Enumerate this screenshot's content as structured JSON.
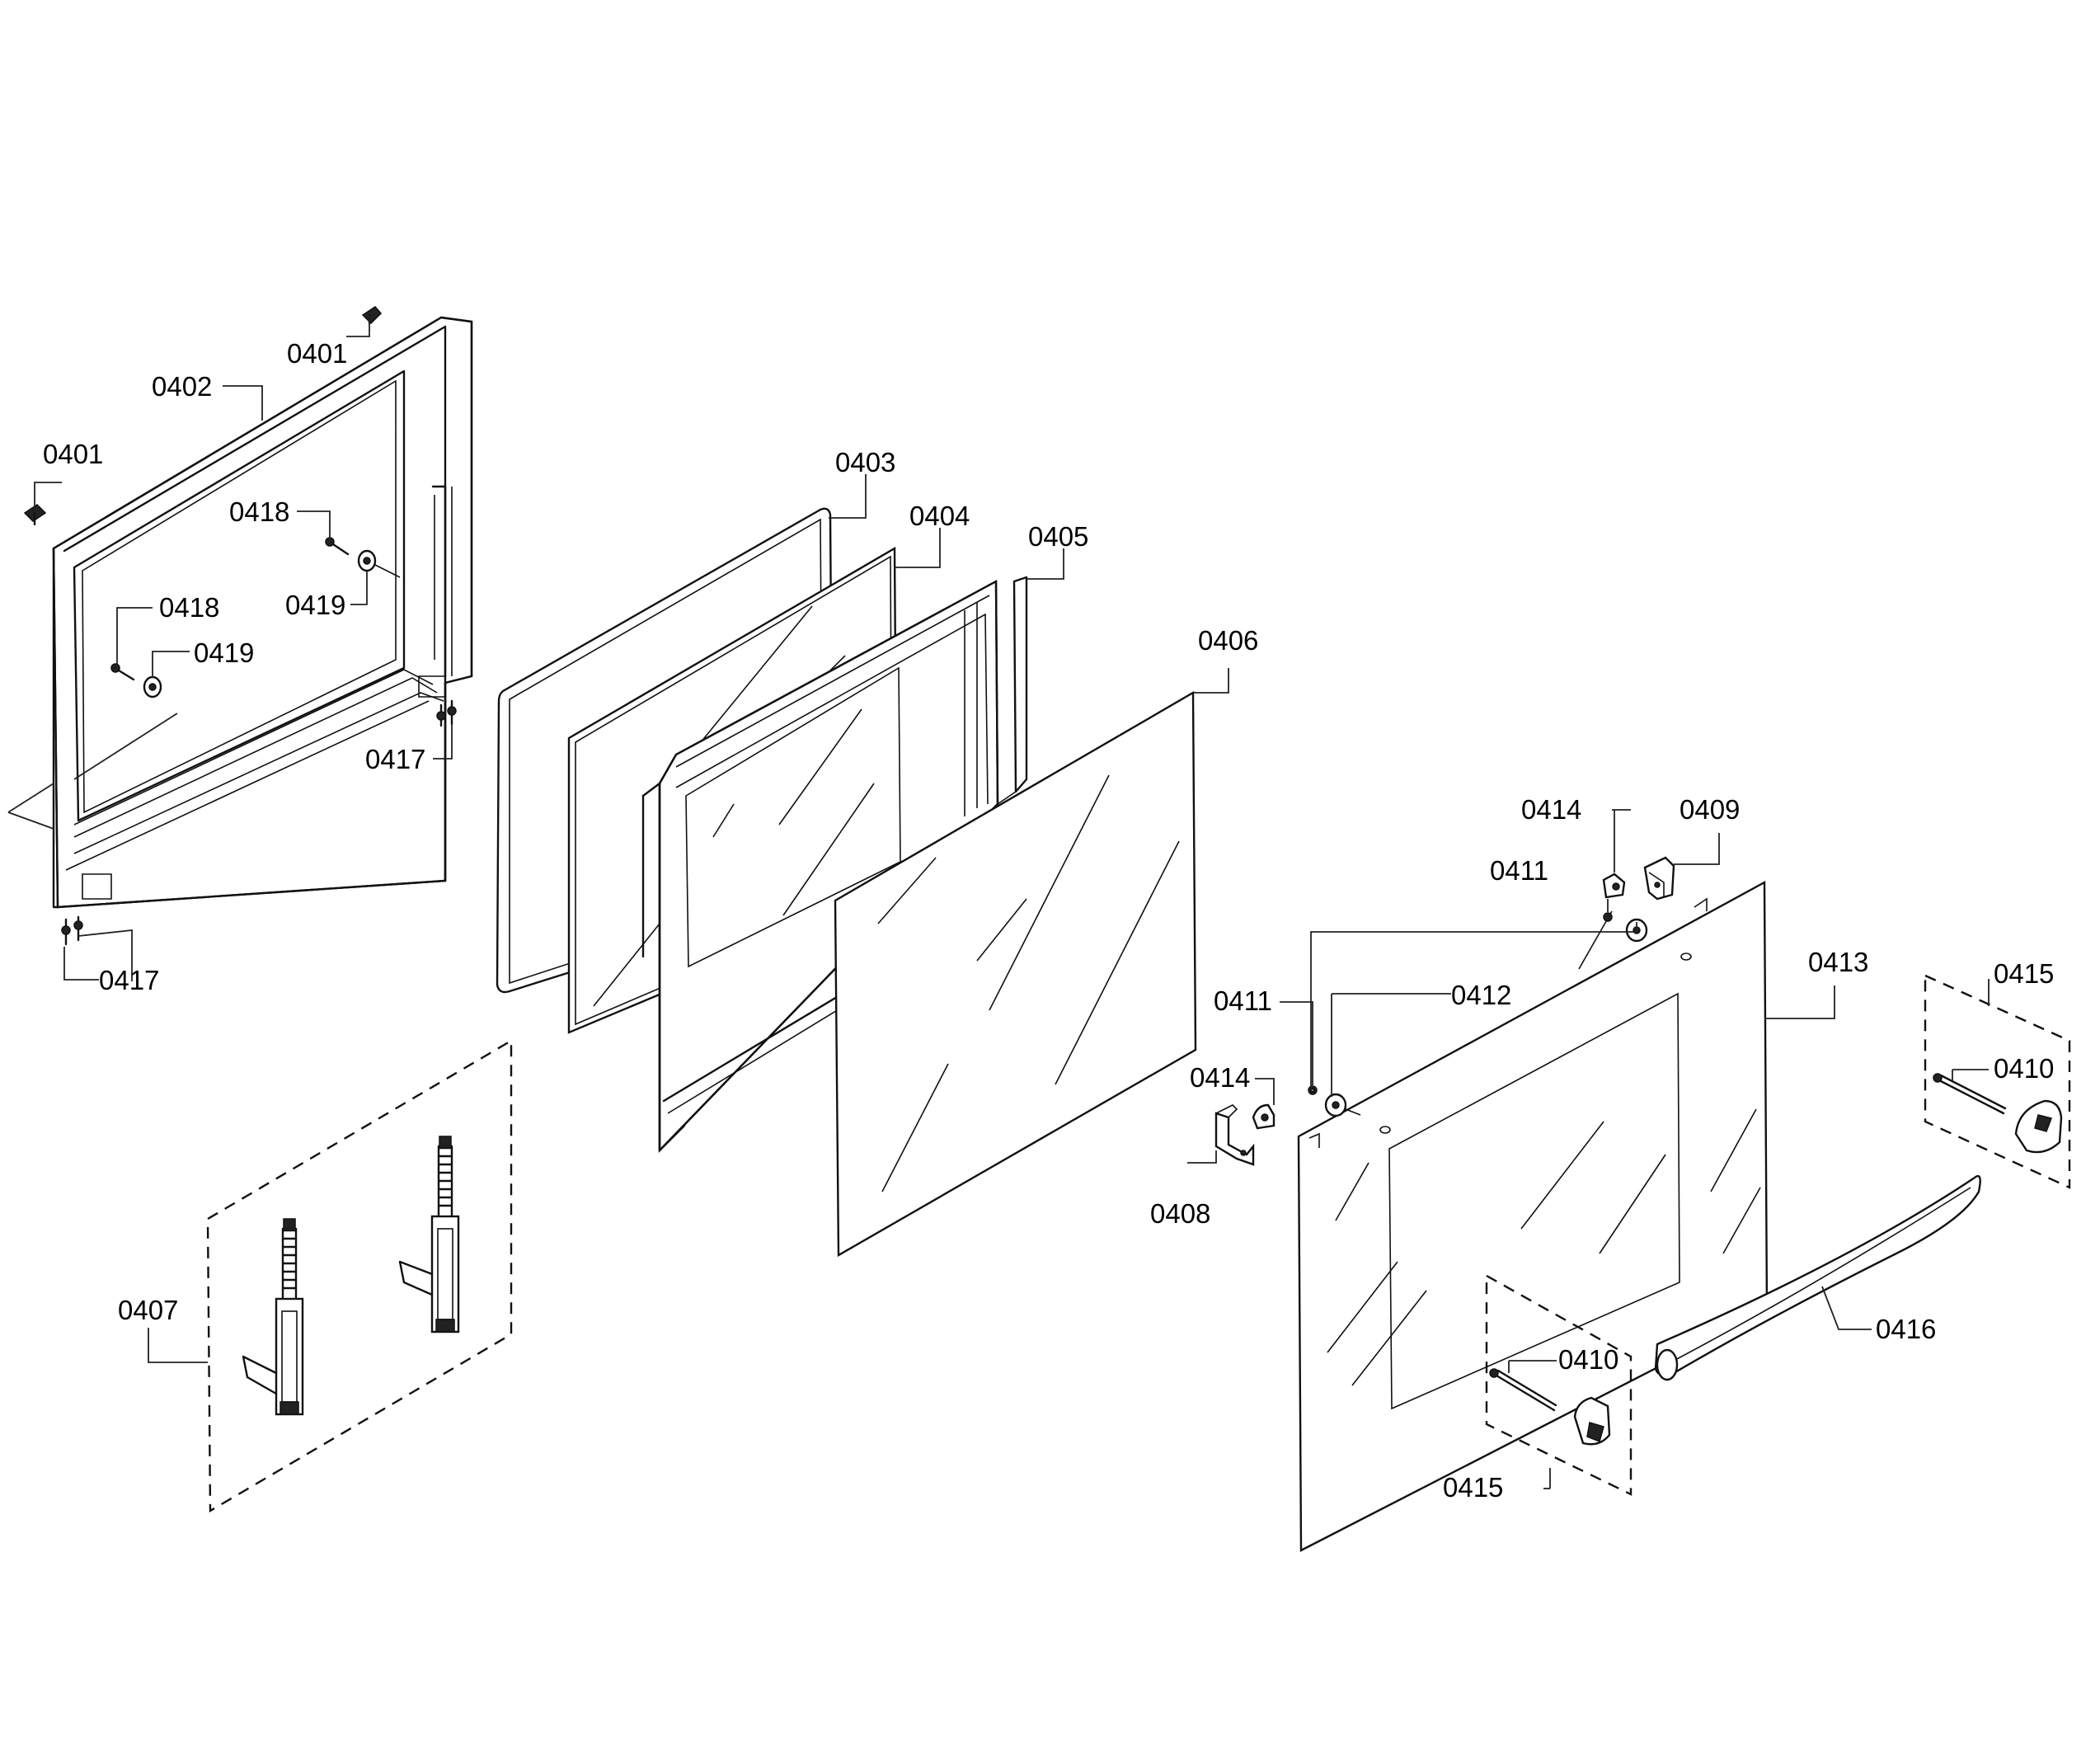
{
  "labels": {
    "l0401a": "0401",
    "l0401b": "0401",
    "l0402": "0402",
    "l0403": "0403",
    "l0404": "0404",
    "l0405": "0405",
    "l0406": "0406",
    "l0407": "0407",
    "l0408": "0408",
    "l0409": "0409",
    "l0410a": "0410",
    "l0410b": "0410",
    "l0411a": "0411",
    "l0411b": "0411",
    "l0412": "0412",
    "l0413": "0413",
    "l0414a": "0414",
    "l0414b": "0414",
    "l0415a": "0415",
    "l0415b": "0415",
    "l0416": "0416",
    "l0417a": "0417",
    "l0417b": "0417",
    "l0418a": "0418",
    "l0418b": "0418",
    "l0419a": "0419",
    "l0419b": "0419"
  }
}
